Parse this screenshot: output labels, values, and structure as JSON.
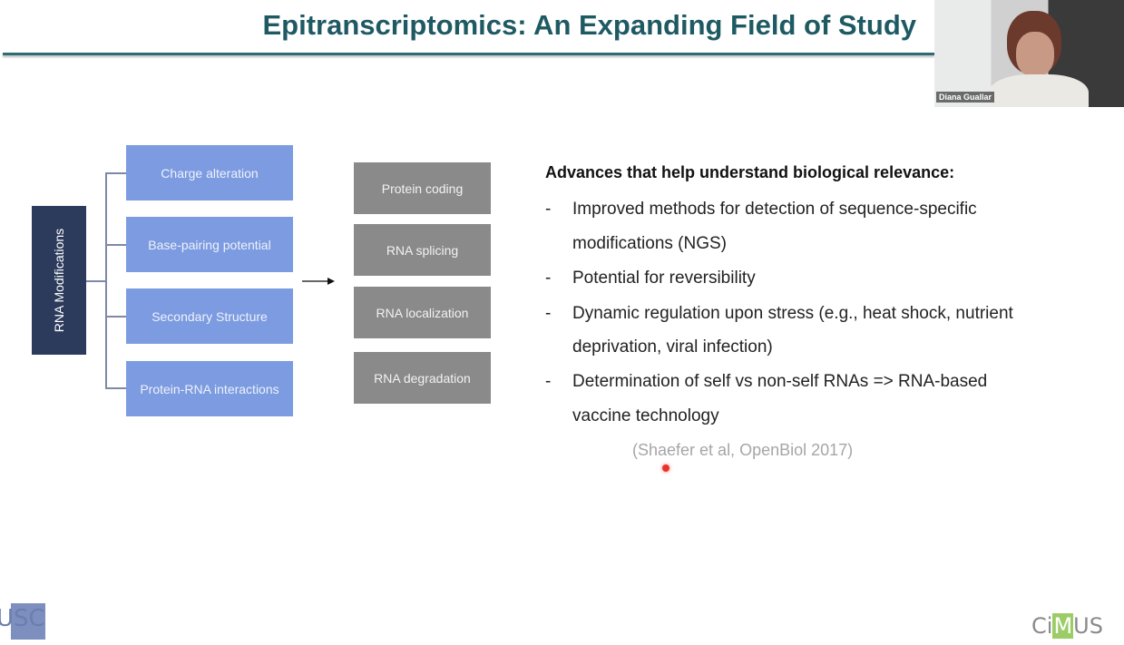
{
  "title": "Epitranscriptomics: An Expanding Field of Study",
  "webcam": {
    "participant_name": "Diana Guallar"
  },
  "diagram": {
    "root": "RNA Modifications",
    "effects": [
      "Charge alteration",
      "Base-pairing potential",
      "Secondary Structure",
      "Protein-RNA interactions"
    ],
    "outcomes": [
      "Protein coding",
      "RNA splicing",
      "RNA localization",
      "RNA degradation"
    ]
  },
  "advances": {
    "heading": "Advances that help understand biological relevance:",
    "bullet_marker": "-",
    "bullets": [
      [
        "Improved methods for detection of sequence-specific",
        "modifications (NGS)"
      ],
      [
        "Potential for reversibility"
      ],
      [
        "Dynamic regulation upon stress (e.g., heat shock, nutrient",
        "deprivation, viral infection)"
      ],
      [
        "Determination of self vs non-self RNAs => RNA-based",
        "vaccine technology"
      ]
    ],
    "citation": "(Shaefer et al, OpenBiol 2017)"
  },
  "logos": {
    "left": "USC",
    "right_pre": "Ci",
    "right_m": "M",
    "right_post": "US"
  },
  "colors": {
    "title": "#1f5a63",
    "root_box": "#2c3a5c",
    "effect_box": "#7c9be0",
    "outcome_box": "#8a8a8a",
    "pointer": "#e8332a"
  }
}
